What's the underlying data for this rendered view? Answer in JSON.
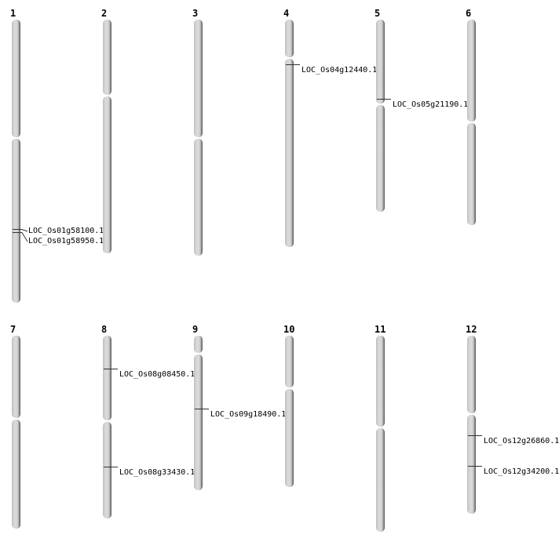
{
  "chromosomes": [
    {
      "name": "1",
      "genes": [
        "LOC_Os01g58100.1",
        "LOC_Os01g58950.1"
      ]
    },
    {
      "name": "2",
      "genes": []
    },
    {
      "name": "3",
      "genes": []
    },
    {
      "name": "4",
      "genes": [
        "LOC_Os04g12440.1"
      ]
    },
    {
      "name": "5",
      "genes": [
        "LOC_Os05g21190.1"
      ]
    },
    {
      "name": "6",
      "genes": []
    },
    {
      "name": "7",
      "genes": []
    },
    {
      "name": "8",
      "genes": [
        "LOC_Os08g08450.1",
        "LOC_Os08g33430.1"
      ]
    },
    {
      "name": "9",
      "genes": [
        "LOC_Os09g18490.1"
      ]
    },
    {
      "name": "10",
      "genes": []
    },
    {
      "name": "11",
      "genes": []
    },
    {
      "name": "12",
      "genes": [
        "LOC_Os12g26860.1",
        "LOC_Os12g34200.1"
      ]
    }
  ]
}
